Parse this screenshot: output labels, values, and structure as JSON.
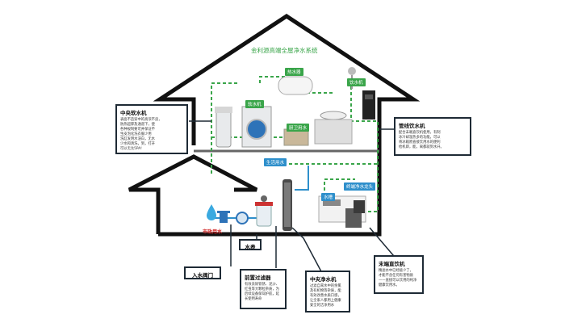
{
  "diagram": {
    "title": "金利源高端全屋净水系统",
    "components": {
      "water_heater": "热水器",
      "soft_water_machine": "软水机",
      "kitchen_washer_room": "厨卫用水",
      "drinking_fountain": "饮水机",
      "living_water": "生活用水",
      "purified_tap": "终端净水龙头",
      "sink_label": "水槽",
      "municipal_water": "市政用水"
    },
    "callouts": {
      "central_softener": {
        "title": "中央软水机",
        "desc": "表面不造穿中的高浓不良，\n防热超厚及通道下，使\n各种规制要可并保证不\n生皮泡化洗衣服少用\n洗缸发明水浸白，无水\n少水和清洗，到，打开\n可以无允5PA!"
      },
      "pipeline_drinker": {
        "title": "管线饮水机",
        "desc": "配合末端直饮机使用，有制\n冰冷却温热多的功能，可以\n将冰箱原直接饮用水的便利\n给机即，能，离都就到水开。"
      },
      "inlet_valve": {
        "title": "入水阀门"
      },
      "water_meter": {
        "title": "水表"
      },
      "pre_filter": {
        "title": "前置过滤器",
        "desc": "有效去除铁锈、泥沙、\n红虫等大颗粒杂质，为\n后续设备保驾护航，延\n长使用寿命"
      },
      "central_purifier": {
        "title": "中央净水机",
        "desc": "过滤自来水中的余氯\n及有机物等杂质，能\n有效改善水质口感，\n让全家人都用上健康\n安全的洁净用水"
      },
      "terminal_drinker": {
        "title": "末端直饮机",
        "desc": "精滤水中已经极少了，\n才能不含任何有害物质\n——直接可以饮用的纯净\n健康饮用水。"
      }
    }
  }
}
